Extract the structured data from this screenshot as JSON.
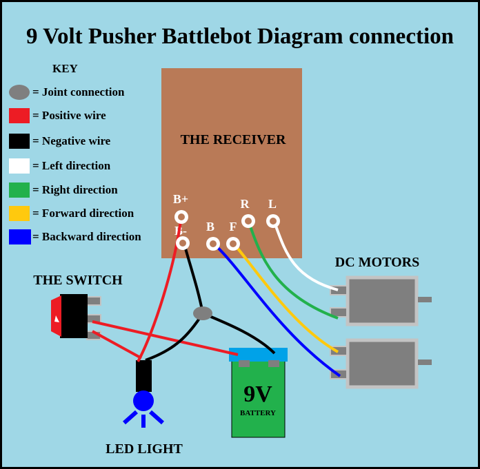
{
  "title": "9 Volt Pusher Battlebot Diagram connection",
  "key": {
    "heading": "KEY",
    "items": [
      {
        "label": "= Joint connection",
        "color": "#7f7f7f",
        "shape": "oval"
      },
      {
        "label": "= Positive wire",
        "color": "#ed1c24",
        "shape": "rect"
      },
      {
        "label": "= Negative wire",
        "color": "#000000",
        "shape": "rect"
      },
      {
        "label": "= Left direction",
        "color": "#ffffff",
        "shape": "rect"
      },
      {
        "label": "= Right direction",
        "color": "#22b14c",
        "shape": "rect"
      },
      {
        "label": "= Forward direction",
        "color": "#ffc90e",
        "shape": "rect"
      },
      {
        "label": "= Backward direction",
        "color": "#0000ff",
        "shape": "rect"
      }
    ]
  },
  "receiver": {
    "label": "THE RECEIVER",
    "color": "#b97a57",
    "terminals": {
      "b_plus": "B+",
      "b_minus": "B-",
      "b": "B",
      "f": "F",
      "r": "R",
      "l": "L"
    }
  },
  "motors": {
    "label": "DC MOTORS"
  },
  "switch": {
    "label": "THE SWITCH"
  },
  "battery": {
    "label": "9V",
    "sublabel": "BATTERY"
  },
  "led": {
    "label": "LED LIGHT"
  }
}
